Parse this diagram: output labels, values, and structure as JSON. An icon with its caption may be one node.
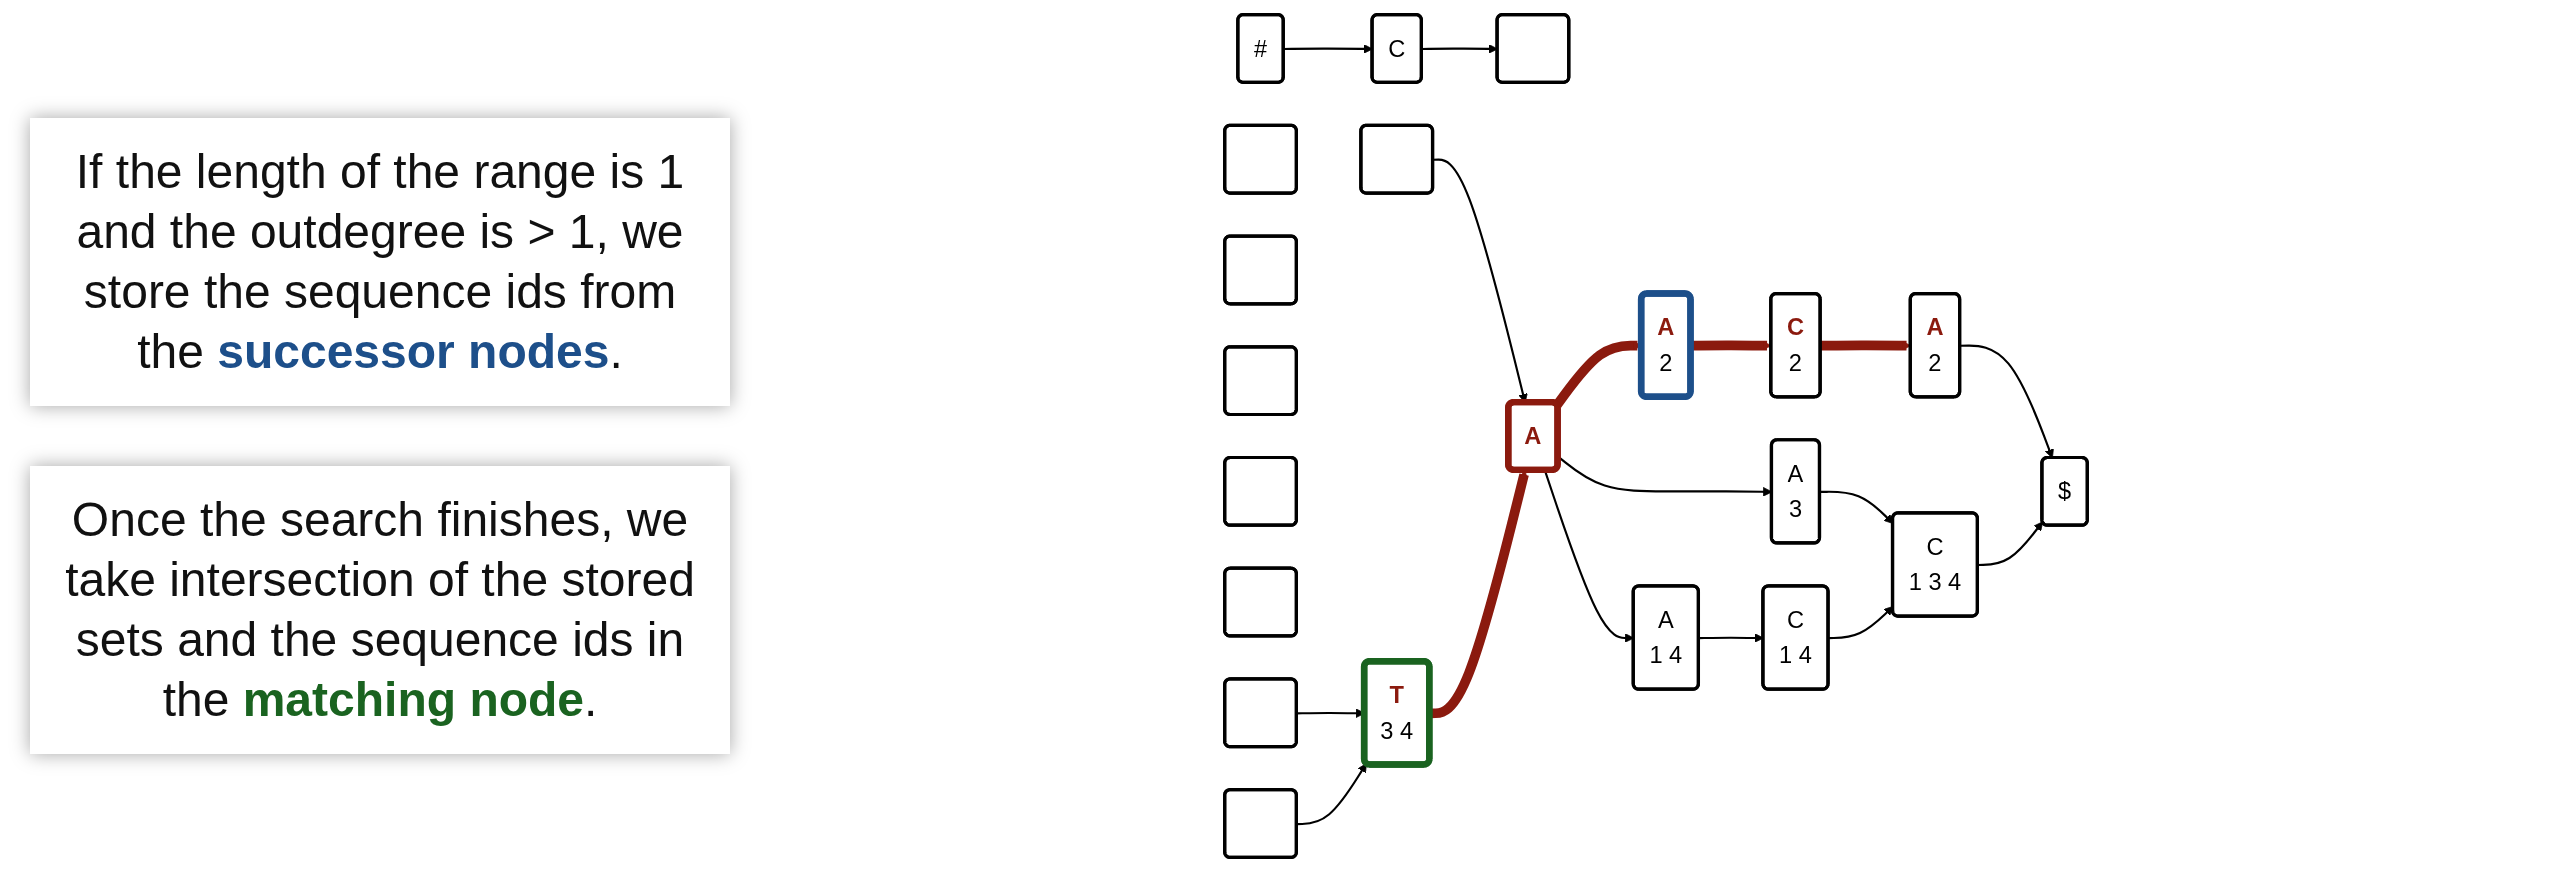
{
  "diagram": {
    "nodes": [
      {
        "text": [
          "#"
        ]
      },
      {
        "text": [
          "C"
        ]
      },
      {
        "text": [],
        "shape": "box"
      },
      {
        "text": [],
        "shape": "box"
      },
      {
        "text": [],
        "shape": "box"
      },
      {
        "text": [],
        "shape": "box"
      },
      {
        "text": [],
        "shape": "box"
      },
      {
        "text": [],
        "shape": "box"
      },
      {
        "text": [],
        "shape": "box"
      },
      {
        "text": [],
        "shape": "box"
      },
      {
        "text": [],
        "shape": "box"
      },
      {
        "text": [
          "T",
          "3 4"
        ]
      },
      {
        "text": [
          "A"
        ]
      },
      {
        "text": [
          "A",
          "2"
        ]
      },
      {
        "text": [
          "C",
          "2"
        ]
      },
      {
        "text": [
          "A",
          "2"
        ]
      },
      {
        "text": [
          "A",
          "3"
        ]
      },
      {
        "text": [
          "A",
          "1 4"
        ]
      },
      {
        "text": [
          "C",
          "1 4"
        ]
      },
      {
        "text": [
          "C",
          "1 3 4"
        ]
      },
      {
        "text": [
          "$"
        ]
      }
    ],
    "edges": [
      {
        "from": 0,
        "to": 1,
        "arrow": "to"
      },
      {
        "from": 1,
        "to": 2,
        "arrow": "to"
      },
      {
        "from": 5,
        "to": 12,
        "arrow": "to"
      },
      {
        "from": 9,
        "to": 11,
        "arrow": "to"
      },
      {
        "from": 10,
        "to": 11,
        "arrow": "to"
      },
      {
        "from": 11,
        "to": 12,
        "arrow": "to",
        "style": "thick",
        "color": "#8b1a0e"
      },
      {
        "from": 12,
        "to": 13,
        "arrow": "to",
        "style": "thick",
        "color": "#8b1a0e"
      },
      {
        "from": 13,
        "to": 14,
        "arrow": "to",
        "style": "thick",
        "color": "#8b1a0e"
      },
      {
        "from": 14,
        "to": 15,
        "arrow": "to",
        "style": "thick",
        "color": "#8b1a0e"
      },
      {
        "from": 15,
        "to": 20,
        "arrow": "to"
      },
      {
        "from": 12,
        "to": 16,
        "arrow": "to"
      },
      {
        "from": 12,
        "to": 17,
        "arrow": "to"
      },
      {
        "from": 16,
        "to": 19,
        "arrow": "to"
      },
      {
        "from": 17,
        "to": 18,
        "arrow": "to"
      },
      {
        "from": 18,
        "to": 19,
        "arrow": "to"
      },
      {
        "from": 19,
        "to": 20,
        "arrow": "to"
      }
    ],
    "labels": [
      "If the length of the range is 1 and the outdegree is > 1, we store the sequence ids from the **successor nodes**.",
      "Once the search finishes, we take intersection of the stored sets and the sequence ids in the **matching node**."
    ]
  }
}
